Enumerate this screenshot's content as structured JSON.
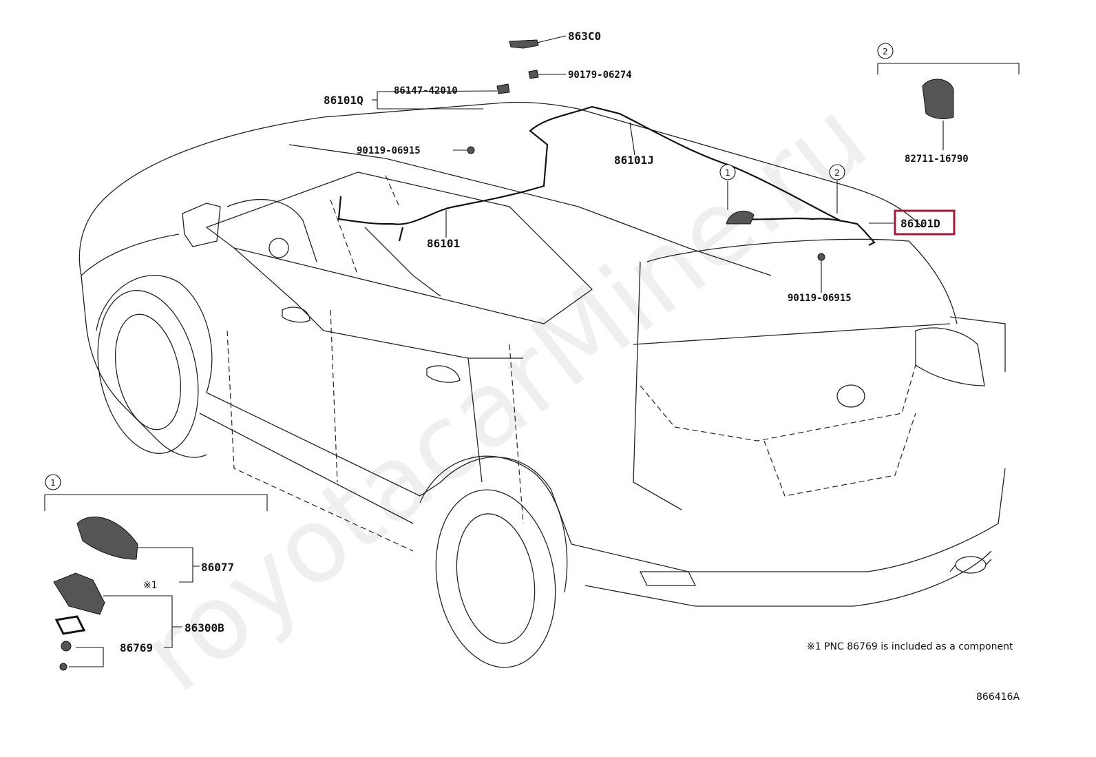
{
  "diagram": {
    "id": "866416A",
    "watermark": "royotacarMine.ru",
    "highlighted_part": "86101D",
    "highlight_color": "#9b1b3a",
    "footnote": "※1 PNC 86769 is included as a component",
    "callouts": {
      "detail1": "1",
      "detail2": "2",
      "note_mark": "※1"
    },
    "parts": {
      "p863C0": "863C0",
      "p90179": "90179-06274",
      "p86147": "86147-42010",
      "p86101Q": "86101Q",
      "p90119a": "90119-06915",
      "p86101J": "86101J",
      "p86101": "86101",
      "p82711": "82711-16790",
      "p86101D": "86101D",
      "p90119b": "90119-06915",
      "p86077": "86077",
      "p86300B": "86300B",
      "p86769": "86769"
    }
  }
}
